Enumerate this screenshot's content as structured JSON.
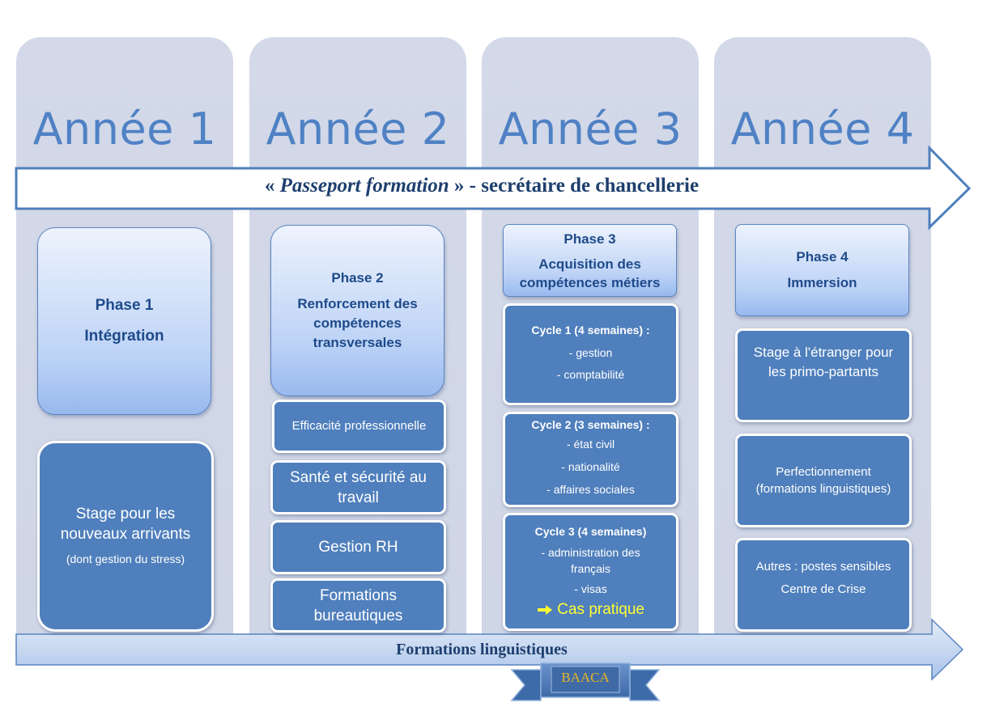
{
  "colors": {
    "column": "#d3d9e8",
    "year": "#4f81c4",
    "box": "#4f7fbc",
    "title": "#1e3f6e",
    "highlight": "#ffff33",
    "baaca": "#e6b422"
  },
  "years": [
    "Année 1",
    "Année 2",
    "Année 3",
    "Année 4"
  ],
  "banner": {
    "open": "« ",
    "italic": "Passeport formation",
    "rest": " » - secrétaire de chancellerie"
  },
  "phase1": {
    "title": "Phase 1",
    "subtitle": "Intégration",
    "stage": [
      "Stage pour les",
      "nouveaux arrivants"
    ],
    "stage_note": "(dont gestion du stress)"
  },
  "phase2": {
    "title": "Phase 2",
    "subtitle": [
      "Renforcement des",
      "compétences",
      "transversales"
    ],
    "items": [
      "Efficacité professionnelle",
      "Santé et sécurité au travail",
      "Gestion RH",
      "Formations bureautiques"
    ]
  },
  "phase3": {
    "title": "Phase 3",
    "subtitle": [
      "Acquisition des",
      "compétences métiers"
    ],
    "cycle1": {
      "title": "Cycle 1 (4 semaines) :",
      "items": [
        "- gestion",
        "- comptabilité"
      ]
    },
    "cycle2": {
      "title": "Cycle 2 (3 semaines) :",
      "items": [
        "- état civil",
        "- nationalité",
        "- affaires sociales"
      ]
    },
    "cycle3": {
      "title": "Cycle 3 (4 semaines)",
      "items": [
        "- administration des",
        "français",
        "- visas"
      ],
      "highlight": "Cas pratique"
    }
  },
  "phase4": {
    "title": "Phase 4",
    "subtitle": "Immersion",
    "stage": [
      "Stage à l'étranger pour",
      "les primo-partants"
    ],
    "perf": [
      "Perfectionnement",
      "(formations linguistiques)"
    ],
    "autres": [
      "Autres : postes sensibles",
      "Centre de Crise"
    ]
  },
  "linguistic": "Formations linguistiques",
  "baaca": "BAACA"
}
